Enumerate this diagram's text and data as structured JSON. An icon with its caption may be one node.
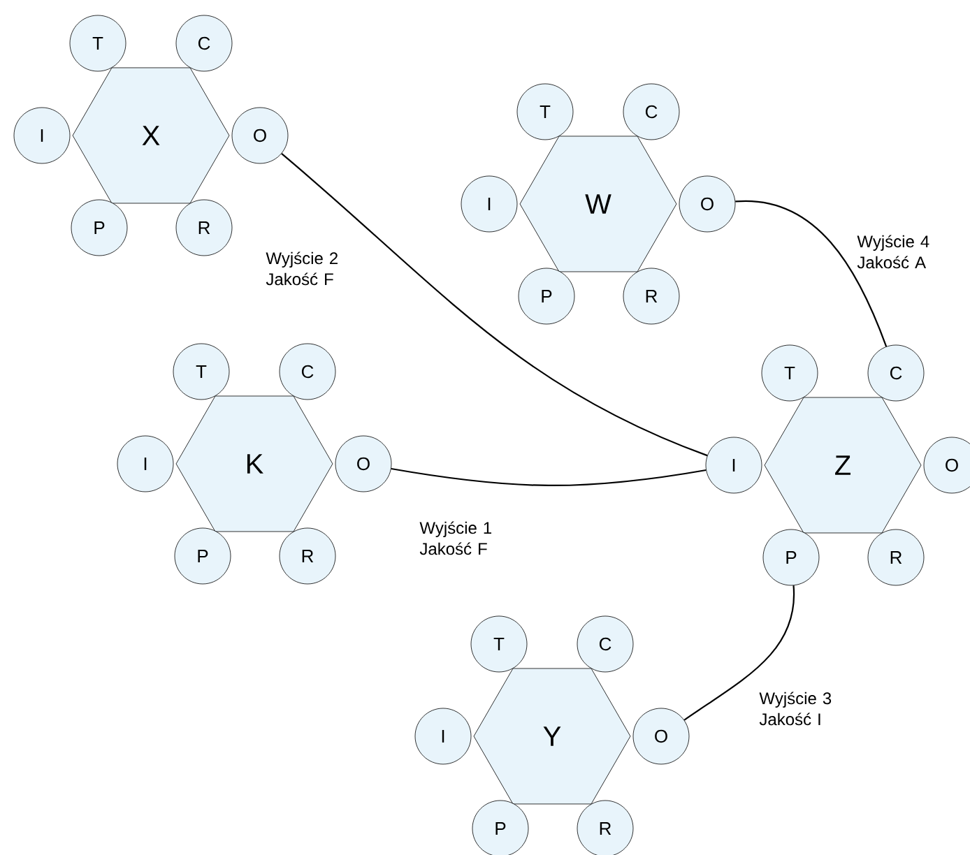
{
  "diagram": {
    "nodes": [
      {
        "text": [
          "X"
        ]
      },
      {
        "text": [
          "T"
        ]
      },
      {
        "text": [
          "C"
        ]
      },
      {
        "text": [
          "I"
        ]
      },
      {
        "text": [
          "O"
        ]
      },
      {
        "text": [
          "P"
        ]
      },
      {
        "text": [
          "R"
        ]
      },
      {
        "text": [
          "W"
        ]
      },
      {
        "text": [
          "T"
        ]
      },
      {
        "text": [
          "C"
        ]
      },
      {
        "text": [
          "I"
        ]
      },
      {
        "text": [
          "O"
        ]
      },
      {
        "text": [
          "P"
        ]
      },
      {
        "text": [
          "R"
        ]
      },
      {
        "text": [
          "K"
        ]
      },
      {
        "text": [
          "T"
        ]
      },
      {
        "text": [
          "C"
        ]
      },
      {
        "text": [
          "I"
        ]
      },
      {
        "text": [
          "O"
        ]
      },
      {
        "text": [
          "P"
        ]
      },
      {
        "text": [
          "R"
        ]
      },
      {
        "text": [
          "Z"
        ]
      },
      {
        "text": [
          "T"
        ]
      },
      {
        "text": [
          "C"
        ]
      },
      {
        "text": [
          "I"
        ]
      },
      {
        "text": [
          "O"
        ]
      },
      {
        "text": [
          "P"
        ]
      },
      {
        "text": [
          "R"
        ]
      },
      {
        "text": [
          "Y"
        ]
      },
      {
        "text": [
          "T"
        ]
      },
      {
        "text": [
          "C"
        ]
      },
      {
        "text": [
          "I"
        ]
      },
      {
        "text": [
          "O"
        ]
      },
      {
        "text": [
          "P"
        ]
      },
      {
        "text": [
          "R"
        ]
      }
    ],
    "edges": [
      {
        "from": 4,
        "to": 24,
        "arrow": "none",
        "label": "Wyjście 2 Jakość F"
      },
      {
        "from": 11,
        "to": 23,
        "arrow": "none",
        "label": "Wyjście 4 Jakość A"
      },
      {
        "from": 18,
        "to": 24,
        "arrow": "none",
        "label": "Wyjście 1 Jakość F"
      },
      {
        "from": 26,
        "to": 32,
        "arrow": "none",
        "label": "Wyjście 3 Jakość I"
      }
    ]
  }
}
